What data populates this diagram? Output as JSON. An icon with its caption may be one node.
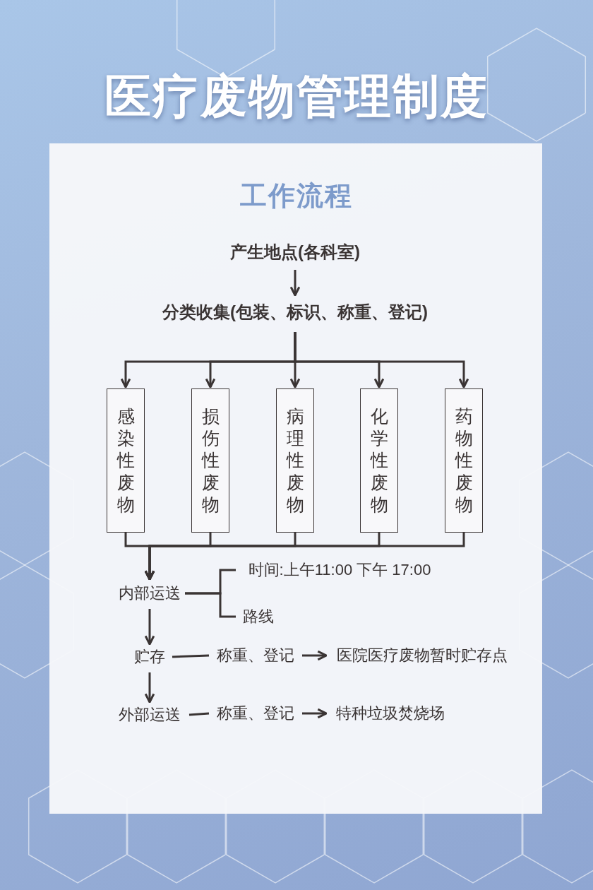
{
  "diagram": {
    "title": "医疗废物管理制度",
    "nodes": [
      {
        "text": [
          "产生地点(各科室)"
        ]
      },
      {
        "text": [
          "分类收集(包装、标识、称重、登记)"
        ]
      },
      {
        "text": [
          "感染性废物"
        ]
      },
      {
        "text": [
          "损伤性废物"
        ]
      },
      {
        "text": [
          "病理性废物"
        ]
      },
      {
        "text": [
          "化学性废物"
        ]
      },
      {
        "text": [
          "药物性废物"
        ]
      },
      {
        "text": [
          "内部运送"
        ]
      },
      {
        "text": [
          "时间:上午11:00  下午 17:00"
        ]
      },
      {
        "text": [
          "路线"
        ]
      },
      {
        "text": [
          "贮存"
        ]
      },
      {
        "text": [
          "称重、登记"
        ]
      },
      {
        "text": [
          "医院医疗废物暂时贮存点"
        ]
      },
      {
        "text": [
          "外部运送"
        ]
      },
      {
        "text": [
          "称重、登记"
        ]
      },
      {
        "text": [
          "特种垃圾焚烧场"
        ]
      }
    ],
    "edges": [
      {
        "from": 0,
        "to": 1,
        "arrow": "to"
      },
      {
        "from": 1,
        "to": 2,
        "arrow": "to"
      },
      {
        "from": 1,
        "to": 3,
        "arrow": "to"
      },
      {
        "from": 1,
        "to": 4,
        "arrow": "to"
      },
      {
        "from": 1,
        "to": 5,
        "arrow": "to"
      },
      {
        "from": 1,
        "to": 6,
        "arrow": "to"
      },
      {
        "from": 2,
        "to": 7,
        "arrow": "to"
      },
      {
        "from": 3,
        "to": 7,
        "arrow": "to"
      },
      {
        "from": 4,
        "to": 7,
        "arrow": "to"
      },
      {
        "from": 5,
        "to": 7,
        "arrow": "to"
      },
      {
        "from": 6,
        "to": 7,
        "arrow": "to"
      },
      {
        "from": 7,
        "to": 8,
        "arrow": "none"
      },
      {
        "from": 7,
        "to": 9,
        "arrow": "none"
      },
      {
        "from": 7,
        "to": 10,
        "arrow": "to"
      },
      {
        "from": 10,
        "to": 11,
        "arrow": "none"
      },
      {
        "from": 11,
        "to": 12,
        "arrow": "to"
      },
      {
        "from": 10,
        "to": 13,
        "arrow": "to"
      },
      {
        "from": 13,
        "to": 14,
        "arrow": "none"
      },
      {
        "from": 14,
        "to": 15,
        "arrow": "to"
      }
    ],
    "labels": [
      "工作流程"
    ]
  }
}
